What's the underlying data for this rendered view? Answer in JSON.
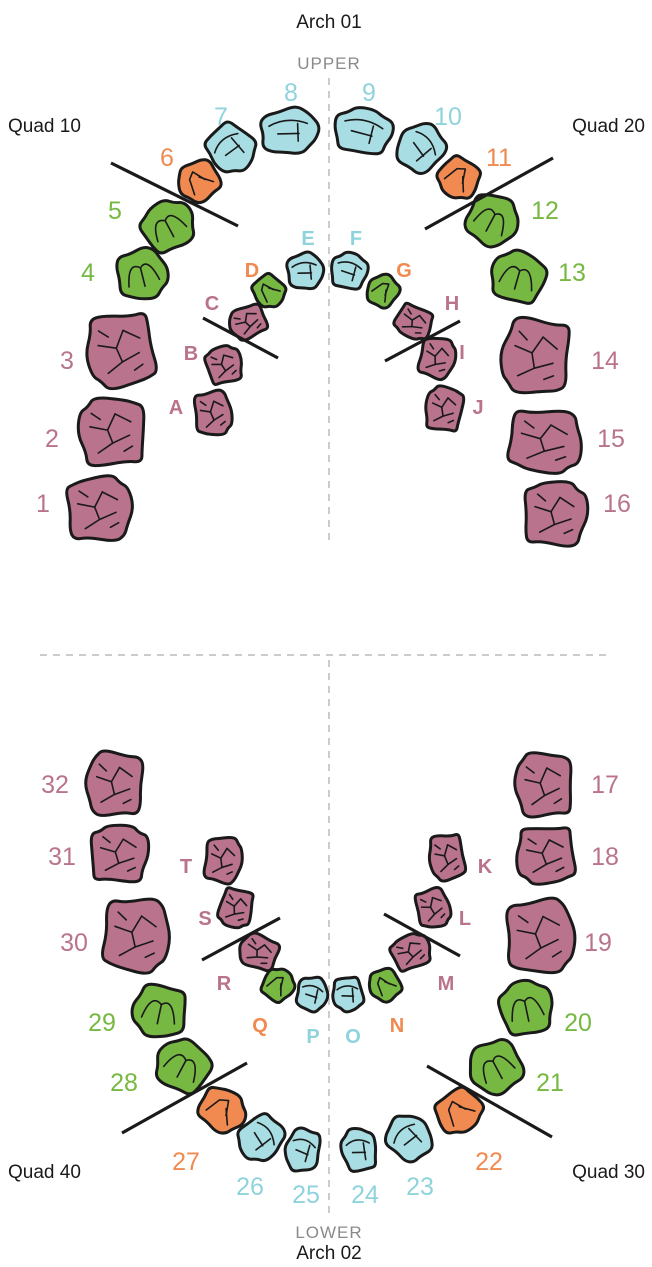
{
  "colors": {
    "molar": "#b9738d",
    "premolar": "#77b843",
    "canine": "#f08a50",
    "incisor": "#a7dde3",
    "primary_molar": "#b9738d",
    "primary_canine": "#77b843",
    "primary_incisor": "#a7dde3",
    "molar_text": "#b9738d",
    "premolar_text": "#77b843",
    "canine_text": "#f08a50",
    "incisor_text": "#8fd3dc"
  },
  "labels": {
    "arch_upper": "Arch 01",
    "arch_lower": "Arch 02",
    "upper": "UPPER",
    "lower": "LOWER",
    "quad_10": "Quad 10",
    "quad_20": "Quad 20",
    "quad_30": "Quad 30",
    "quad_40": "Quad 40"
  },
  "permanent_teeth": [
    {
      "id": "1",
      "type": "molar"
    },
    {
      "id": "2",
      "type": "molar"
    },
    {
      "id": "3",
      "type": "molar"
    },
    {
      "id": "4",
      "type": "premolar"
    },
    {
      "id": "5",
      "type": "premolar"
    },
    {
      "id": "6",
      "type": "canine"
    },
    {
      "id": "7",
      "type": "incisor"
    },
    {
      "id": "8",
      "type": "incisor"
    },
    {
      "id": "9",
      "type": "incisor"
    },
    {
      "id": "10",
      "type": "incisor"
    },
    {
      "id": "11",
      "type": "canine"
    },
    {
      "id": "12",
      "type": "premolar"
    },
    {
      "id": "13",
      "type": "premolar"
    },
    {
      "id": "14",
      "type": "molar"
    },
    {
      "id": "15",
      "type": "molar"
    },
    {
      "id": "16",
      "type": "molar"
    },
    {
      "id": "17",
      "type": "molar"
    },
    {
      "id": "18",
      "type": "molar"
    },
    {
      "id": "19",
      "type": "molar"
    },
    {
      "id": "20",
      "type": "premolar"
    },
    {
      "id": "21",
      "type": "premolar"
    },
    {
      "id": "22",
      "type": "canine"
    },
    {
      "id": "23",
      "type": "incisor"
    },
    {
      "id": "24",
      "type": "incisor"
    },
    {
      "id": "25",
      "type": "incisor"
    },
    {
      "id": "26",
      "type": "incisor"
    },
    {
      "id": "27",
      "type": "canine"
    },
    {
      "id": "28",
      "type": "premolar"
    },
    {
      "id": "29",
      "type": "premolar"
    },
    {
      "id": "30",
      "type": "molar"
    },
    {
      "id": "31",
      "type": "molar"
    },
    {
      "id": "32",
      "type": "molar"
    }
  ],
  "primary_teeth": [
    {
      "id": "A",
      "type": "molar"
    },
    {
      "id": "B",
      "type": "molar"
    },
    {
      "id": "C",
      "type": "molar"
    },
    {
      "id": "D",
      "type": "canine"
    },
    {
      "id": "E",
      "type": "incisor"
    },
    {
      "id": "F",
      "type": "incisor"
    },
    {
      "id": "G",
      "type": "canine"
    },
    {
      "id": "H",
      "type": "molar"
    },
    {
      "id": "I",
      "type": "molar"
    },
    {
      "id": "J",
      "type": "molar"
    },
    {
      "id": "K",
      "type": "molar"
    },
    {
      "id": "L",
      "type": "molar"
    },
    {
      "id": "M",
      "type": "molar"
    },
    {
      "id": "N",
      "type": "canine"
    },
    {
      "id": "O",
      "type": "incisor"
    },
    {
      "id": "P",
      "type": "incisor"
    },
    {
      "id": "Q",
      "type": "canine"
    },
    {
      "id": "R",
      "type": "molar"
    },
    {
      "id": "S",
      "type": "molar"
    },
    {
      "id": "T",
      "type": "molar"
    }
  ]
}
